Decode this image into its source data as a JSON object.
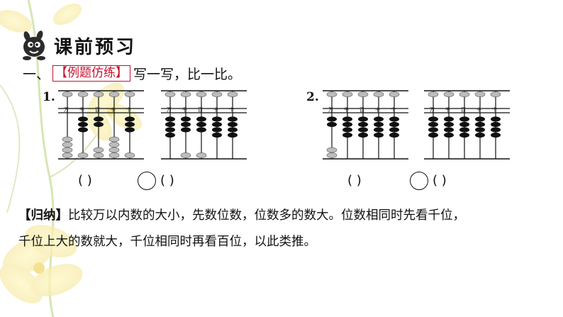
{
  "header": {
    "title": "课前预习"
  },
  "question": {
    "number": "一、",
    "tag": "【例题仿练】",
    "text": "写一写，比一比。"
  },
  "groups": [
    {
      "label": "1.",
      "blank_left": "(            )",
      "blank_right": "(            )"
    },
    {
      "label": "2.",
      "blank_left": "(            )",
      "blank_right": "(            )"
    }
  ],
  "abacus_place_labels": [
    "万",
    "千",
    "百",
    "十",
    "个"
  ],
  "abaci": [
    {
      "beads": [
        0,
        3,
        2,
        0,
        3
      ]
    },
    {
      "beads": [
        4,
        3,
        3,
        4,
        4
      ]
    },
    {
      "beads": [
        2,
        4,
        4,
        4,
        4
      ]
    },
    {
      "beads": [
        4,
        4,
        4,
        4,
        4
      ]
    }
  ],
  "summary": {
    "tag": "【归纳】",
    "line1": "比较万以内数的大小，先数位数，位数多的数大。位数相同时先看千位，",
    "line2": "千位上大的数就大，千位相同时再看百位，以此类推。"
  },
  "colors": {
    "tag": "#c8102e",
    "bead_gray": "#bcbcbc",
    "bead_black": "#111111"
  }
}
